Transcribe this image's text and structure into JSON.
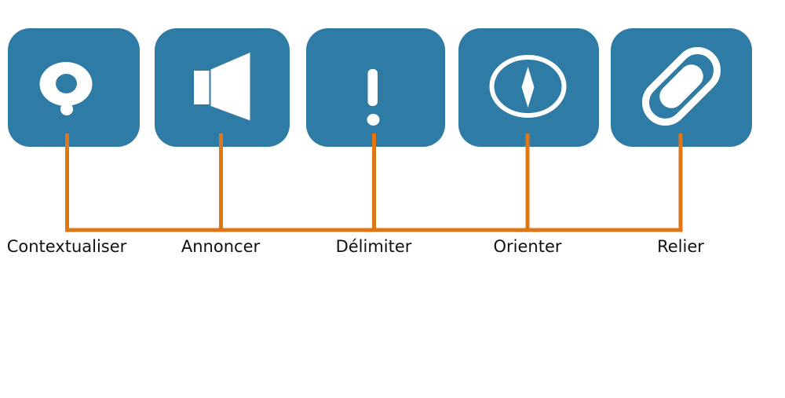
{
  "colors": {
    "background": "#ffffff",
    "tile_blue": "#2e7ba6",
    "icon_white": "#ffffff",
    "connector_orange": "#e07714",
    "label_black": "#111111"
  },
  "items": [
    {
      "label": "Contextualiser",
      "icon": "location-marker-icon"
    },
    {
      "label": "Annoncer",
      "icon": "speaker-icon"
    },
    {
      "label": "Délimiter",
      "icon": "exclamation-icon"
    },
    {
      "label": "Orienter",
      "icon": "compass-icon"
    },
    {
      "label": "Relier",
      "icon": "link-icon"
    }
  ]
}
